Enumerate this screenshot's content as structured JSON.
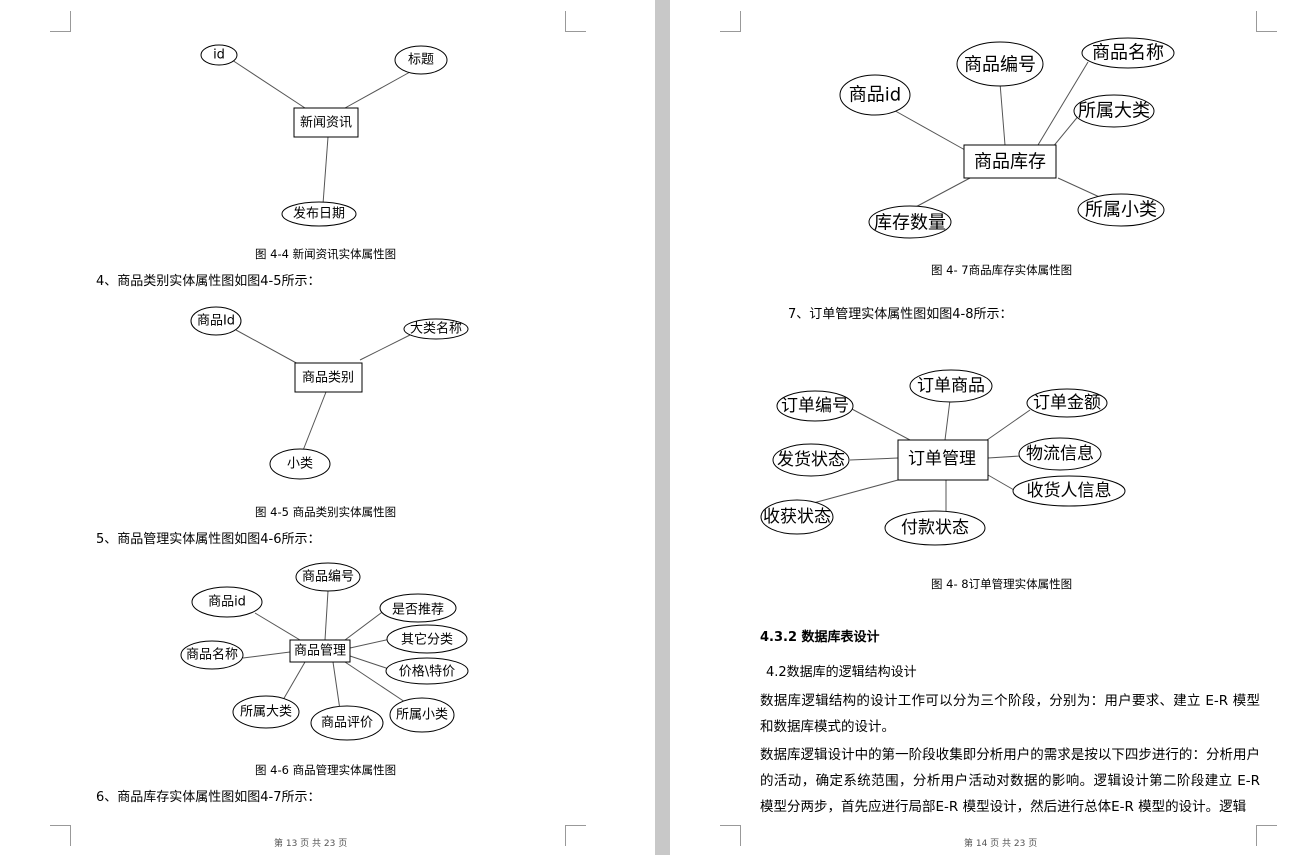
{
  "left_page": {
    "figure_4_4": {
      "entity": "新闻资讯",
      "attributes": [
        "id",
        "标题",
        "发布日期"
      ],
      "caption": "图 4-4 新闻资讯实体属性图"
    },
    "para_4": "4、商品类别实体属性图如图4-5所示：",
    "figure_4_5": {
      "entity": "商品类别",
      "attributes": [
        "商品Id",
        "大类名称",
        "小类"
      ],
      "caption": "图 4-5 商品类别实体属性图"
    },
    "para_5": "5、商品管理实体属性图如图4-6所示：",
    "figure_4_6": {
      "entity": "商品管理",
      "attributes": [
        "商品编号",
        "商品id",
        "是否推荐",
        "其它分类",
        "商品名称",
        "价格\\特价",
        "所属大类",
        "商品评价",
        "所属小类"
      ],
      "caption": "图 4-6 商品管理实体属性图"
    },
    "para_6": "6、商品库存实体属性图如图4-7所示：",
    "footer": "第 13 页 共 23 页"
  },
  "right_page": {
    "figure_4_7": {
      "entity": "商品库存",
      "attributes": [
        "商品编号",
        "商品名称",
        "商品id",
        "所属大类",
        "库存数量",
        "所属小类"
      ],
      "caption": "图 4- 7商品库存实体属性图"
    },
    "para_7": "7、订单管理实体属性图如图4-8所示：",
    "figure_4_8": {
      "entity": "订单管理",
      "attributes": [
        "订单商品",
        "订单编号",
        "订单金额",
        "发货状态",
        "物流信息",
        "收货人信息",
        "收获状态",
        "付款状态"
      ],
      "caption": "图 4- 8订单管理实体属性图"
    },
    "heading_432": "4.3.2 数据库表设计",
    "subheading": "4.2数据库的逻辑结构设计",
    "body_paragraphs": [
      "数据库逻辑结构的设计工作可以分为三个阶段，分别为：用户要求、建立 E-R 模型和数据库模式的设计。",
      "数据库逻辑设计中的第一阶段收集即分析用户的需求是按以下四步进行的：分析用户的活动，确定系统范围，分析用户活动对数据的影响。逻辑设计第二阶段建立 E-R 模型分两步，首先应进行局部E-R 模型设计，然后进行总体E-R 模型的设计。逻辑"
    ],
    "footer": "第 14 页 共 23 页"
  }
}
